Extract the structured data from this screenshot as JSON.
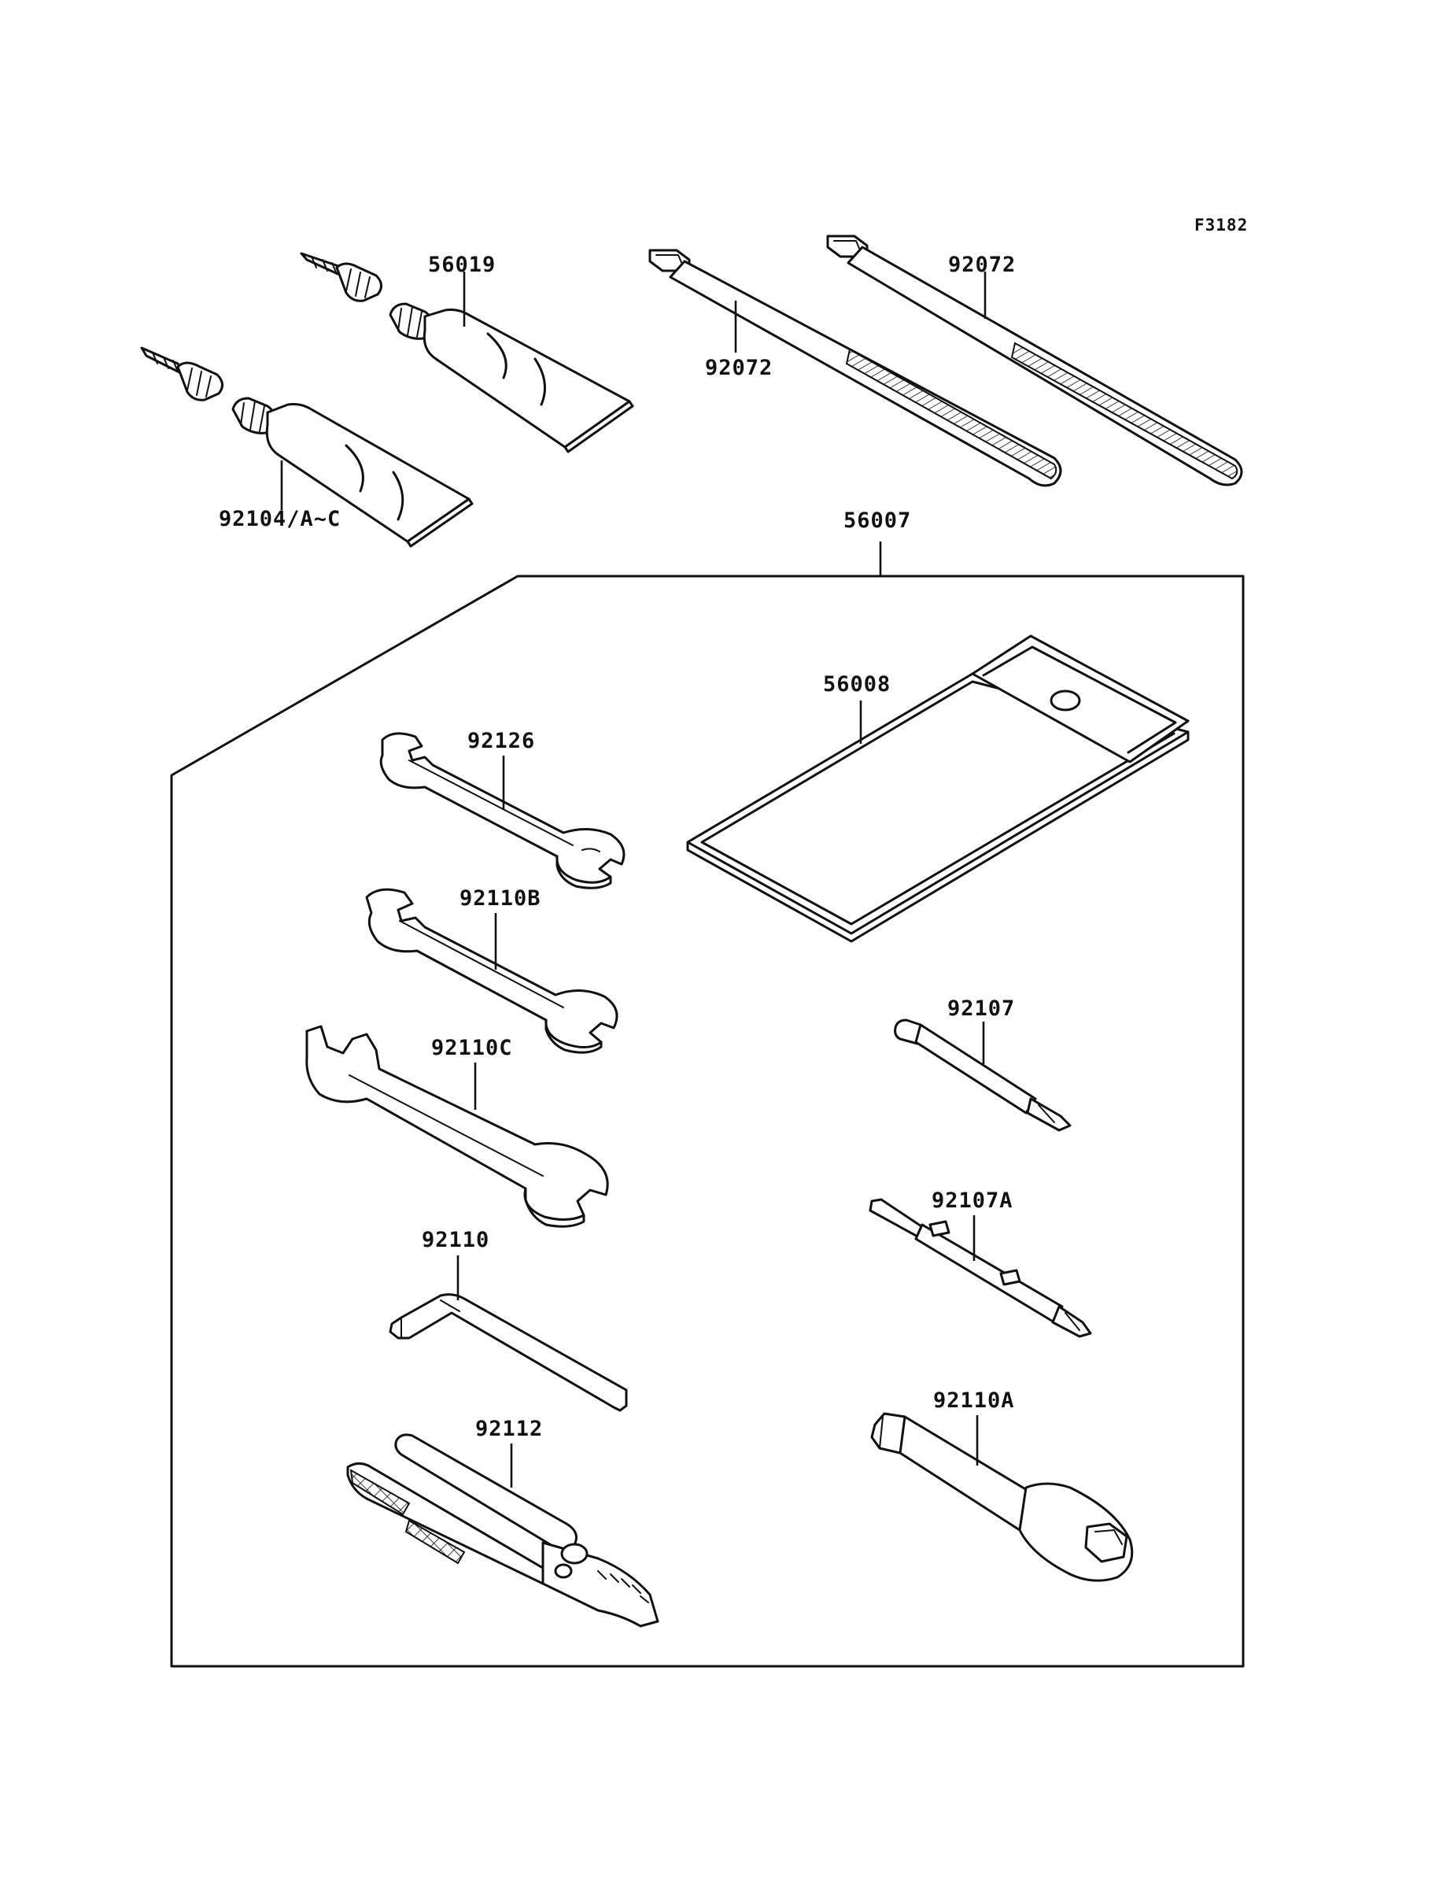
{
  "figure_code": "F3182",
  "parts": [
    {
      "id": "tube-small",
      "label": "56019"
    },
    {
      "id": "tube-large",
      "label": "92104/A~C"
    },
    {
      "id": "tie-left",
      "label": "92072"
    },
    {
      "id": "tie-right",
      "label": "92072"
    },
    {
      "id": "tool-kit",
      "label": "56007"
    },
    {
      "id": "tool-bag",
      "label": "56008"
    },
    {
      "id": "wrench-small",
      "label": "92126"
    },
    {
      "id": "wrench-medium",
      "label": "92110B"
    },
    {
      "id": "wrench-large",
      "label": "92110C"
    },
    {
      "id": "hex-key",
      "label": "92110"
    },
    {
      "id": "pliers",
      "label": "92112"
    },
    {
      "id": "screwdriver-bit",
      "label": "92107"
    },
    {
      "id": "screwdriver-bit-a",
      "label": "92107A"
    },
    {
      "id": "plug-wrench",
      "label": "92110A"
    }
  ]
}
